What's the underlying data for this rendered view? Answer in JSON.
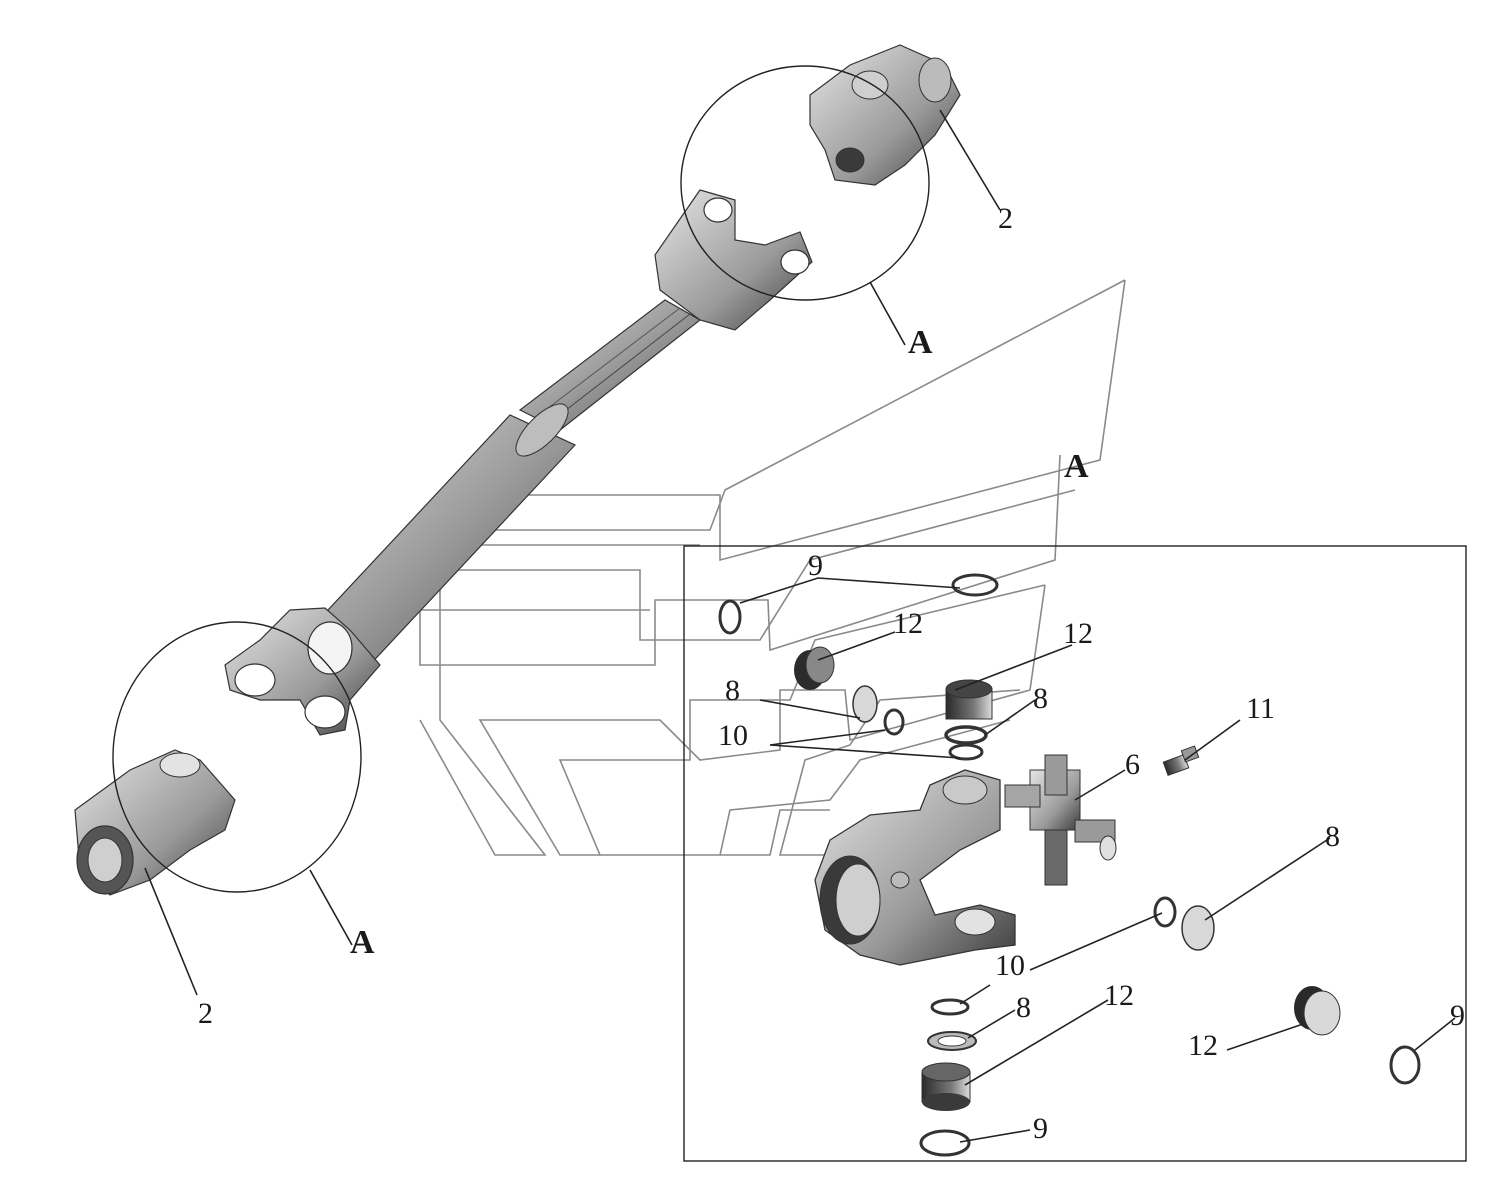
{
  "colors": {
    "metal_light": "#d9d9d9",
    "metal_mid": "#a8a8a8",
    "metal_dark": "#5a5a5a",
    "metal_shadow": "#2e2e2e",
    "line": "#222222",
    "ghost_line": "#8a8a8a"
  },
  "labels": {
    "a_upper_circle": "A",
    "a_lower_circle": "A",
    "a_detail_view": "A",
    "part_2_upper": "2",
    "part_2_lower": "2",
    "part_9_top": "9",
    "part_12_left": "12",
    "part_12_top": "12",
    "part_8_left": "8",
    "part_8_right_top": "8",
    "part_10_upper": "10",
    "part_11": "11",
    "part_6": "6",
    "part_8_right": "8",
    "part_10_lower": "10",
    "part_8_lower": "8",
    "part_12_lower": "12",
    "part_12_right": "12",
    "part_9_right": "9",
    "part_9_bottom": "9"
  }
}
